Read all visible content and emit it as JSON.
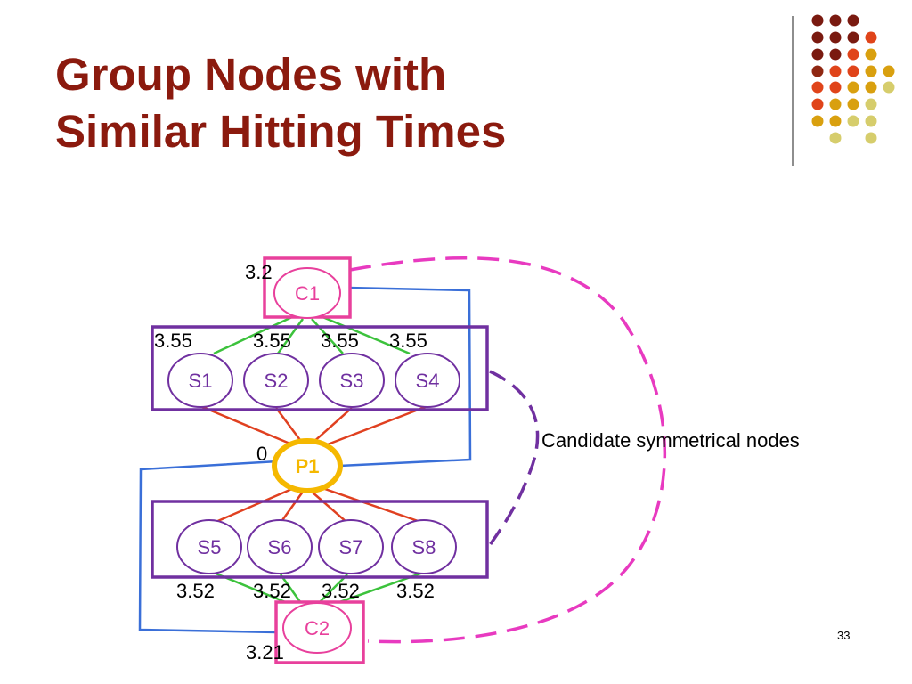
{
  "slide": {
    "title_line1": "Group Nodes with",
    "title_line2": "Similar Hitting Times",
    "page_number": "33"
  },
  "colors": {
    "title": "#8b1a0e",
    "group_box": "#7030a0",
    "c_node": "#e8409c",
    "p_node": "#f5b800",
    "edge_green": "#3cc23c",
    "edge_red": "#e04020",
    "edge_blue": "#3a6fd8"
  },
  "diagram": {
    "nodes": {
      "c1": "C1",
      "c2": "C2",
      "p1": "P1",
      "s1": "S1",
      "s2": "S2",
      "s3": "S3",
      "s4": "S4",
      "s5": "S5",
      "s6": "S6",
      "s7": "S7",
      "s8": "S8"
    },
    "hitting_times": {
      "c1": "3.2",
      "p1": "0",
      "c2": "3.21",
      "s1": "3.55",
      "s2": "3.55",
      "s3": "3.55",
      "s4": "3.55",
      "s5": "3.52",
      "s6": "3.52",
      "s7": "3.52",
      "s8": "3.52"
    },
    "annotation": "Candidate symmetrical nodes"
  }
}
